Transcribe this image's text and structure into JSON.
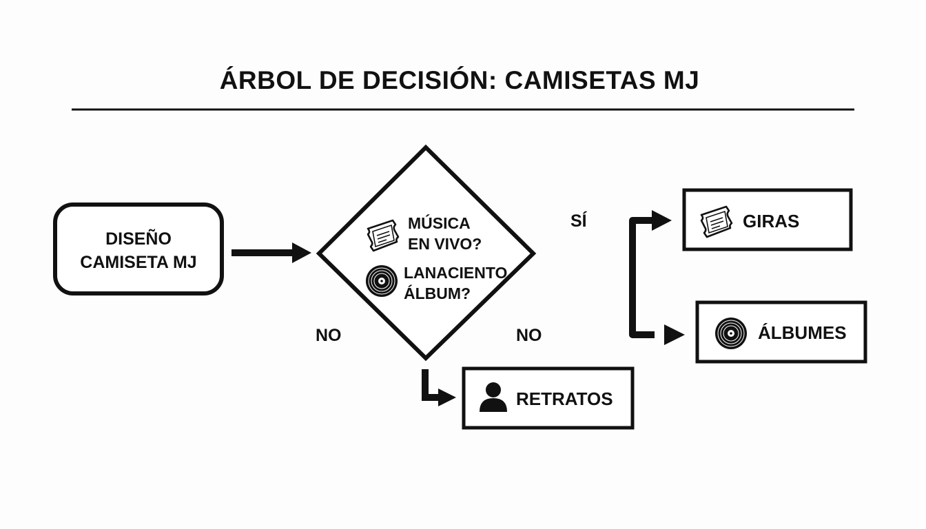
{
  "title": "ÁRBOL DE DECISIÓN: CAMISETAS MJ",
  "start": {
    "line1": "DISEÑO",
    "line2": "CAMISETA MJ"
  },
  "decision": {
    "q1_line1": "MÚSICA",
    "q1_line2": "EN VIVO?",
    "q2_line1": "LANACIENTO",
    "q2_line2": "ÁLBUM?"
  },
  "branches": {
    "yes": "SÍ",
    "no_left": "NO",
    "no_right": "NO"
  },
  "outcomes": {
    "tours": "GIRAS",
    "albums": "ÁLBUMES",
    "portraits": "RETRATOS"
  },
  "icons": {
    "q1": "ticket-icon",
    "q2": "vinyl-record-icon",
    "tours": "ticket-icon",
    "albums": "vinyl-record-icon",
    "portraits": "person-icon"
  }
}
